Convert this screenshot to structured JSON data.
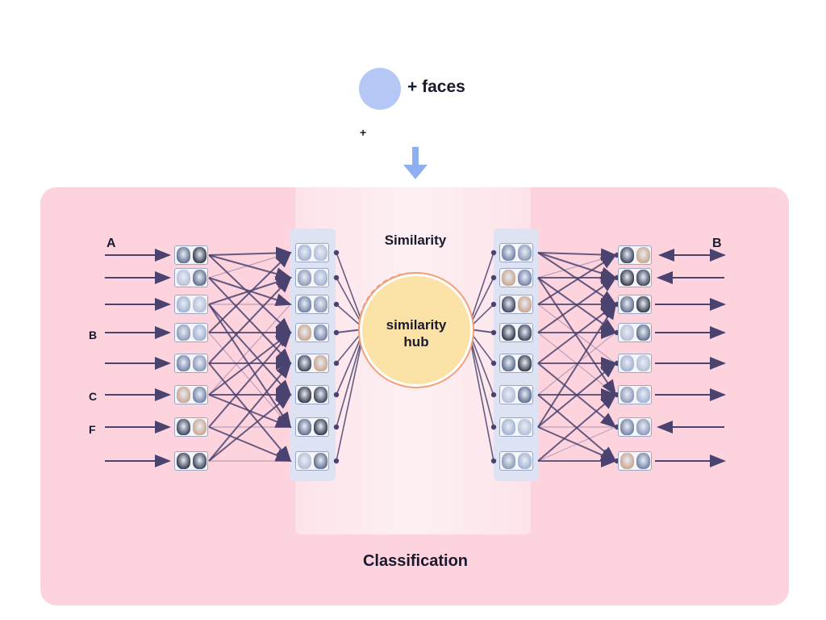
{
  "header": {
    "label": "+ faces",
    "small_plus": "+"
  },
  "labels": {
    "left_a": "A",
    "left_b": "B",
    "left_c": "C",
    "left_f": "F",
    "right_b": "B",
    "similarity": "Similarity",
    "hub_line1": "similarity",
    "hub_line2": "hub",
    "classification": "Classification"
  },
  "colors": {
    "panel": "#fdd3de",
    "hub": "#fbe3a8",
    "header_circle": "#b5c8f5",
    "arrow_down": "#8fb0f0",
    "wire": "#4a4370"
  },
  "diagram": {
    "tile_rows": 8,
    "columns": [
      "left-outer",
      "left-inner",
      "right-inner",
      "right-outer"
    ],
    "right_arrow_directions": [
      "both",
      "in",
      "out",
      "out",
      "out",
      "out",
      "in",
      "out"
    ]
  }
}
